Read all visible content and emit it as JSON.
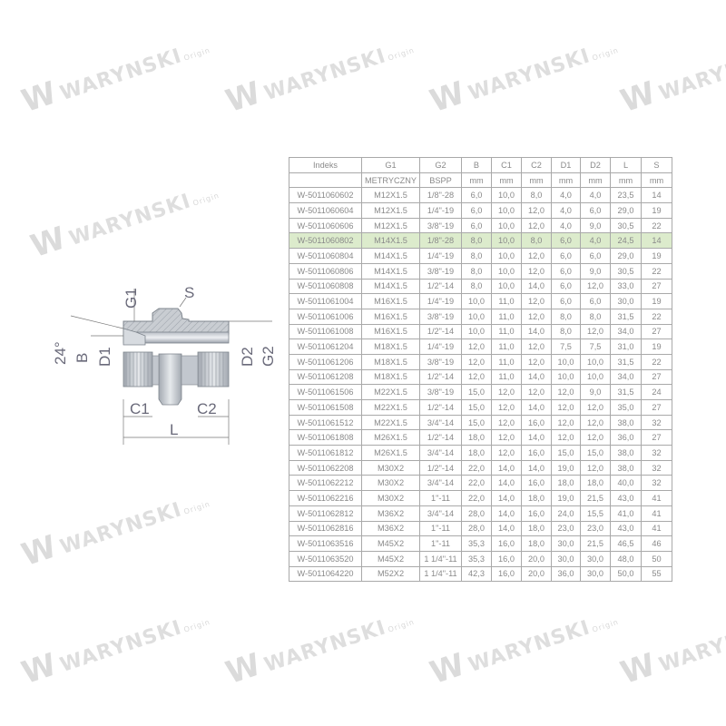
{
  "watermark": {
    "brand": "WARYNSKI",
    "sub": "Origin"
  },
  "diagram_labels": {
    "g1": "G1",
    "s": "S",
    "angle": "24°",
    "b": "B",
    "d1": "D1",
    "d2": "D2",
    "g2": "G2",
    "c1": "C1",
    "c2": "C2",
    "l": "L"
  },
  "table": {
    "header": [
      "Indeks",
      "G1",
      "G2",
      "B",
      "C1",
      "C2",
      "D1",
      "D2",
      "L",
      "S"
    ],
    "units": [
      "",
      "METRYCZNY",
      "BSPP",
      "mm",
      "mm",
      "mm",
      "mm",
      "mm",
      "mm",
      "mm"
    ],
    "highlight_color": "#dcebcc",
    "highlighted_row": "W-5011060802",
    "rows": [
      [
        "W-5011060602",
        "M12X1.5",
        "1/8\"-28",
        "6,0",
        "10,0",
        "8,0",
        "4,0",
        "4,0",
        "23,5",
        "14"
      ],
      [
        "W-5011060604",
        "M12X1.5",
        "1/4\"-19",
        "6,0",
        "10,0",
        "12,0",
        "4,0",
        "6,0",
        "29,0",
        "19"
      ],
      [
        "W-5011060606",
        "M12X1.5",
        "3/8\"-19",
        "6,0",
        "10,0",
        "12,0",
        "4,0",
        "9,0",
        "30,5",
        "22"
      ],
      [
        "W-5011060802",
        "M14X1.5",
        "1/8\"-28",
        "8,0",
        "10,0",
        "8,0",
        "6,0",
        "4,0",
        "24,5",
        "14"
      ],
      [
        "W-5011060804",
        "M14X1.5",
        "1/4\"-19",
        "8,0",
        "10,0",
        "12,0",
        "6,0",
        "6,0",
        "29,0",
        "19"
      ],
      [
        "W-5011060806",
        "M14X1.5",
        "3/8\"-19",
        "8,0",
        "10,0",
        "12,0",
        "6,0",
        "9,0",
        "30,5",
        "22"
      ],
      [
        "W-5011060808",
        "M14X1.5",
        "1/2\"-14",
        "8,0",
        "10,0",
        "14,0",
        "6,0",
        "12,0",
        "33,0",
        "27"
      ],
      [
        "W-5011061004",
        "M16X1.5",
        "1/4\"-19",
        "10,0",
        "11,0",
        "12,0",
        "6,0",
        "6,0",
        "30,0",
        "19"
      ],
      [
        "W-5011061006",
        "M16X1.5",
        "3/8\"-19",
        "10,0",
        "11,0",
        "12,0",
        "8,0",
        "8,0",
        "31,5",
        "22"
      ],
      [
        "W-5011061008",
        "M16X1.5",
        "1/2\"-14",
        "10,0",
        "11,0",
        "14,0",
        "8,0",
        "12,0",
        "34,0",
        "27"
      ],
      [
        "W-5011061204",
        "M18X1.5",
        "1/4\"-19",
        "12,0",
        "11,0",
        "12,0",
        "7,5",
        "7,5",
        "31,0",
        "19"
      ],
      [
        "W-5011061206",
        "M18X1.5",
        "3/8\"-19",
        "12,0",
        "11,0",
        "12,0",
        "10,0",
        "10,0",
        "31,5",
        "22"
      ],
      [
        "W-5011061208",
        "M18X1.5",
        "1/2\"-14",
        "12,0",
        "11,0",
        "14,0",
        "10,0",
        "10,0",
        "34,0",
        "27"
      ],
      [
        "W-5011061506",
        "M22X1.5",
        "3/8\"-19",
        "15,0",
        "12,0",
        "12,0",
        "12,0",
        "9,0",
        "31,5",
        "24"
      ],
      [
        "W-5011061508",
        "M22X1.5",
        "1/2\"-14",
        "15,0",
        "12,0",
        "14,0",
        "12,0",
        "12,0",
        "35,0",
        "27"
      ],
      [
        "W-5011061512",
        "M22X1.5",
        "3/4\"-14",
        "15,0",
        "12,0",
        "16,0",
        "12,0",
        "12,0",
        "38,0",
        "32"
      ],
      [
        "W-5011061808",
        "M26X1.5",
        "1/2\"-14",
        "18,0",
        "12,0",
        "14,0",
        "12,0",
        "12,0",
        "36,0",
        "27"
      ],
      [
        "W-5011061812",
        "M26X1.5",
        "3/4\"-14",
        "18,0",
        "12,0",
        "16,0",
        "15,0",
        "15,0",
        "38,0",
        "32"
      ],
      [
        "W-5011062208",
        "M30X2",
        "1/2\"-14",
        "22,0",
        "14,0",
        "14,0",
        "19,0",
        "12,0",
        "38,0",
        "32"
      ],
      [
        "W-5011062212",
        "M30X2",
        "3/4\"-14",
        "22,0",
        "14,0",
        "16,0",
        "18,0",
        "18,0",
        "40,0",
        "32"
      ],
      [
        "W-5011062216",
        "M30X2",
        "1\"-11",
        "22,0",
        "14,0",
        "18,0",
        "19,0",
        "21,5",
        "43,0",
        "41"
      ],
      [
        "W-5011062812",
        "M36X2",
        "3/4\"-14",
        "28,0",
        "14,0",
        "16,0",
        "24,0",
        "15,5",
        "41,0",
        "41"
      ],
      [
        "W-5011062816",
        "M36X2",
        "1\"-11",
        "28,0",
        "14,0",
        "18,0",
        "23,0",
        "23,0",
        "43,0",
        "41"
      ],
      [
        "W-5011063516",
        "M45X2",
        "1\"-11",
        "35,3",
        "16,0",
        "18,0",
        "30,0",
        "21,5",
        "46,5",
        "46"
      ],
      [
        "W-5011063520",
        "M45X2",
        "1 1/4\"-11",
        "35,3",
        "16,0",
        "20,0",
        "30,0",
        "30,0",
        "48,0",
        "50"
      ],
      [
        "W-5011064220",
        "M52X2",
        "1 1/4\"-11",
        "42,3",
        "16,0",
        "20,0",
        "36,0",
        "30,0",
        "50,0",
        "55"
      ]
    ]
  }
}
